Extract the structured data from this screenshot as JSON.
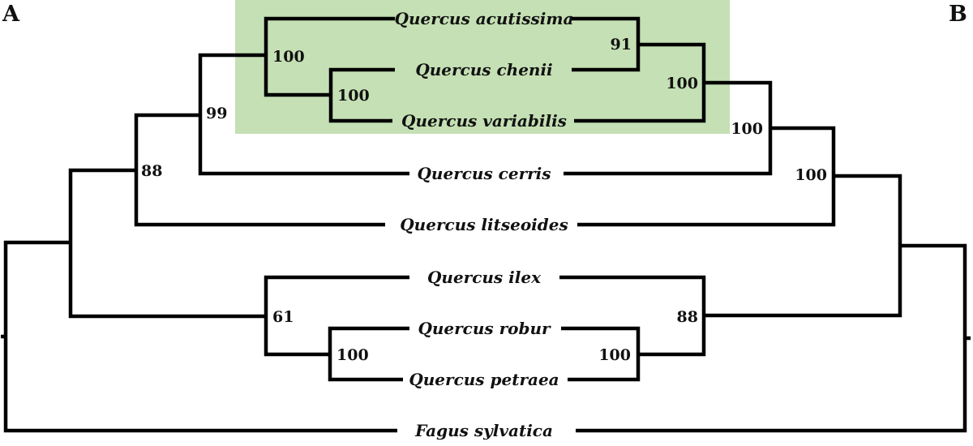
{
  "figure": {
    "description": "Tanglegram of two mirrored phylogenetic cladograms (panels A and B) sharing nine taxa listed in a central column; the three cerroid oaks at top are highlighted with a green box",
    "panels": {
      "a": "A",
      "b": "B"
    },
    "taxa": [
      "Quercus acutissima",
      "Quercus chenii",
      "Quercus variabilis",
      "Quercus cerris",
      "Quercus litseoides",
      "Quercus ilex",
      "Quercus robur",
      "Quercus petraea",
      "Fagus sylvatica"
    ],
    "outgroup": "Fagus sylvatica",
    "tree_a": {
      "supports": {
        "acutissima_chenii_variabilis": "100",
        "chenii_variabilis": "100",
        "plus_cerris": "99",
        "plus_litseoides": "88",
        "ilex_robur_petraea": "61",
        "robur_petraea": "100"
      }
    },
    "tree_b": {
      "supports": {
        "acutissima_chenii": "91",
        "acutissima_chenii_variabilis": "100",
        "plus_cerris": "100",
        "plus_litseoides": "100",
        "ilex_robur_petraea": "88",
        "robur_petraea": "100"
      }
    },
    "highlight": {
      "color": "#c5e0b4",
      "taxa_covered": [
        "Quercus acutissima",
        "Quercus chenii",
        "Quercus variabilis"
      ]
    },
    "colors": {
      "line": "#000000",
      "background": "#ffffff"
    }
  }
}
